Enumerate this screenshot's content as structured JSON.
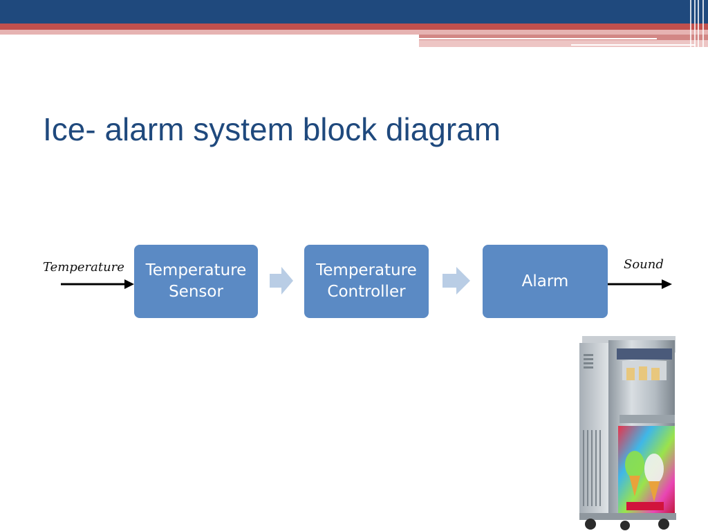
{
  "slide": {
    "title": "Ice- alarm system block diagram"
  },
  "diagram": {
    "input_label": "Temperature",
    "output_label": "Sound",
    "blocks": [
      {
        "lines": [
          "Temperature",
          "Sensor"
        ]
      },
      {
        "lines": [
          "Temperature",
          "Controller"
        ]
      },
      {
        "lines": [
          "Alarm"
        ]
      }
    ]
  },
  "colors": {
    "header_blue": "#1f497d",
    "header_red": "#c0504d",
    "title_text": "#1f497d",
    "block_fill": "#5b8ac4",
    "flow_arrow": "#b9cde5"
  },
  "image": {
    "description_icon": "ice-cream-machine-icon"
  }
}
